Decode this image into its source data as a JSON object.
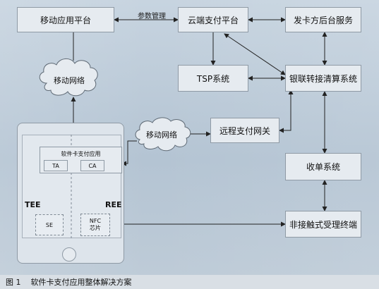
{
  "nodes": {
    "mobile_app_platform": "移动应用平台",
    "cloud_payment_platform": "云端支付平台",
    "issuer_backend": "发卡方后台服务",
    "tsp_system": "TSP系统",
    "unionpay_clearing": "银联转接清算系统",
    "remote_payment_gateway": "远程支付网关",
    "acquiring_system": "收单系统",
    "contactless_terminal": "非接触式受理终端",
    "software_card_app": "软件卡支付应用",
    "ta": "TA",
    "ca": "CA",
    "tee": "TEE",
    "ree": "REE",
    "se": "SE",
    "nfc_line1": "NFC",
    "nfc_line2": "芯片"
  },
  "clouds": {
    "mobile_network_top": "移动网络",
    "mobile_network_mid": "移动网络"
  },
  "edges": {
    "param_management": "参数管理"
  },
  "caption": {
    "figure_no": "图 1",
    "title": "软件卡支付应用整体解决方案"
  },
  "colors": {
    "background": "#b9c8d6",
    "box_fill": "#e6ebf0",
    "box_border": "#8f9aa5",
    "line": "#222222"
  }
}
